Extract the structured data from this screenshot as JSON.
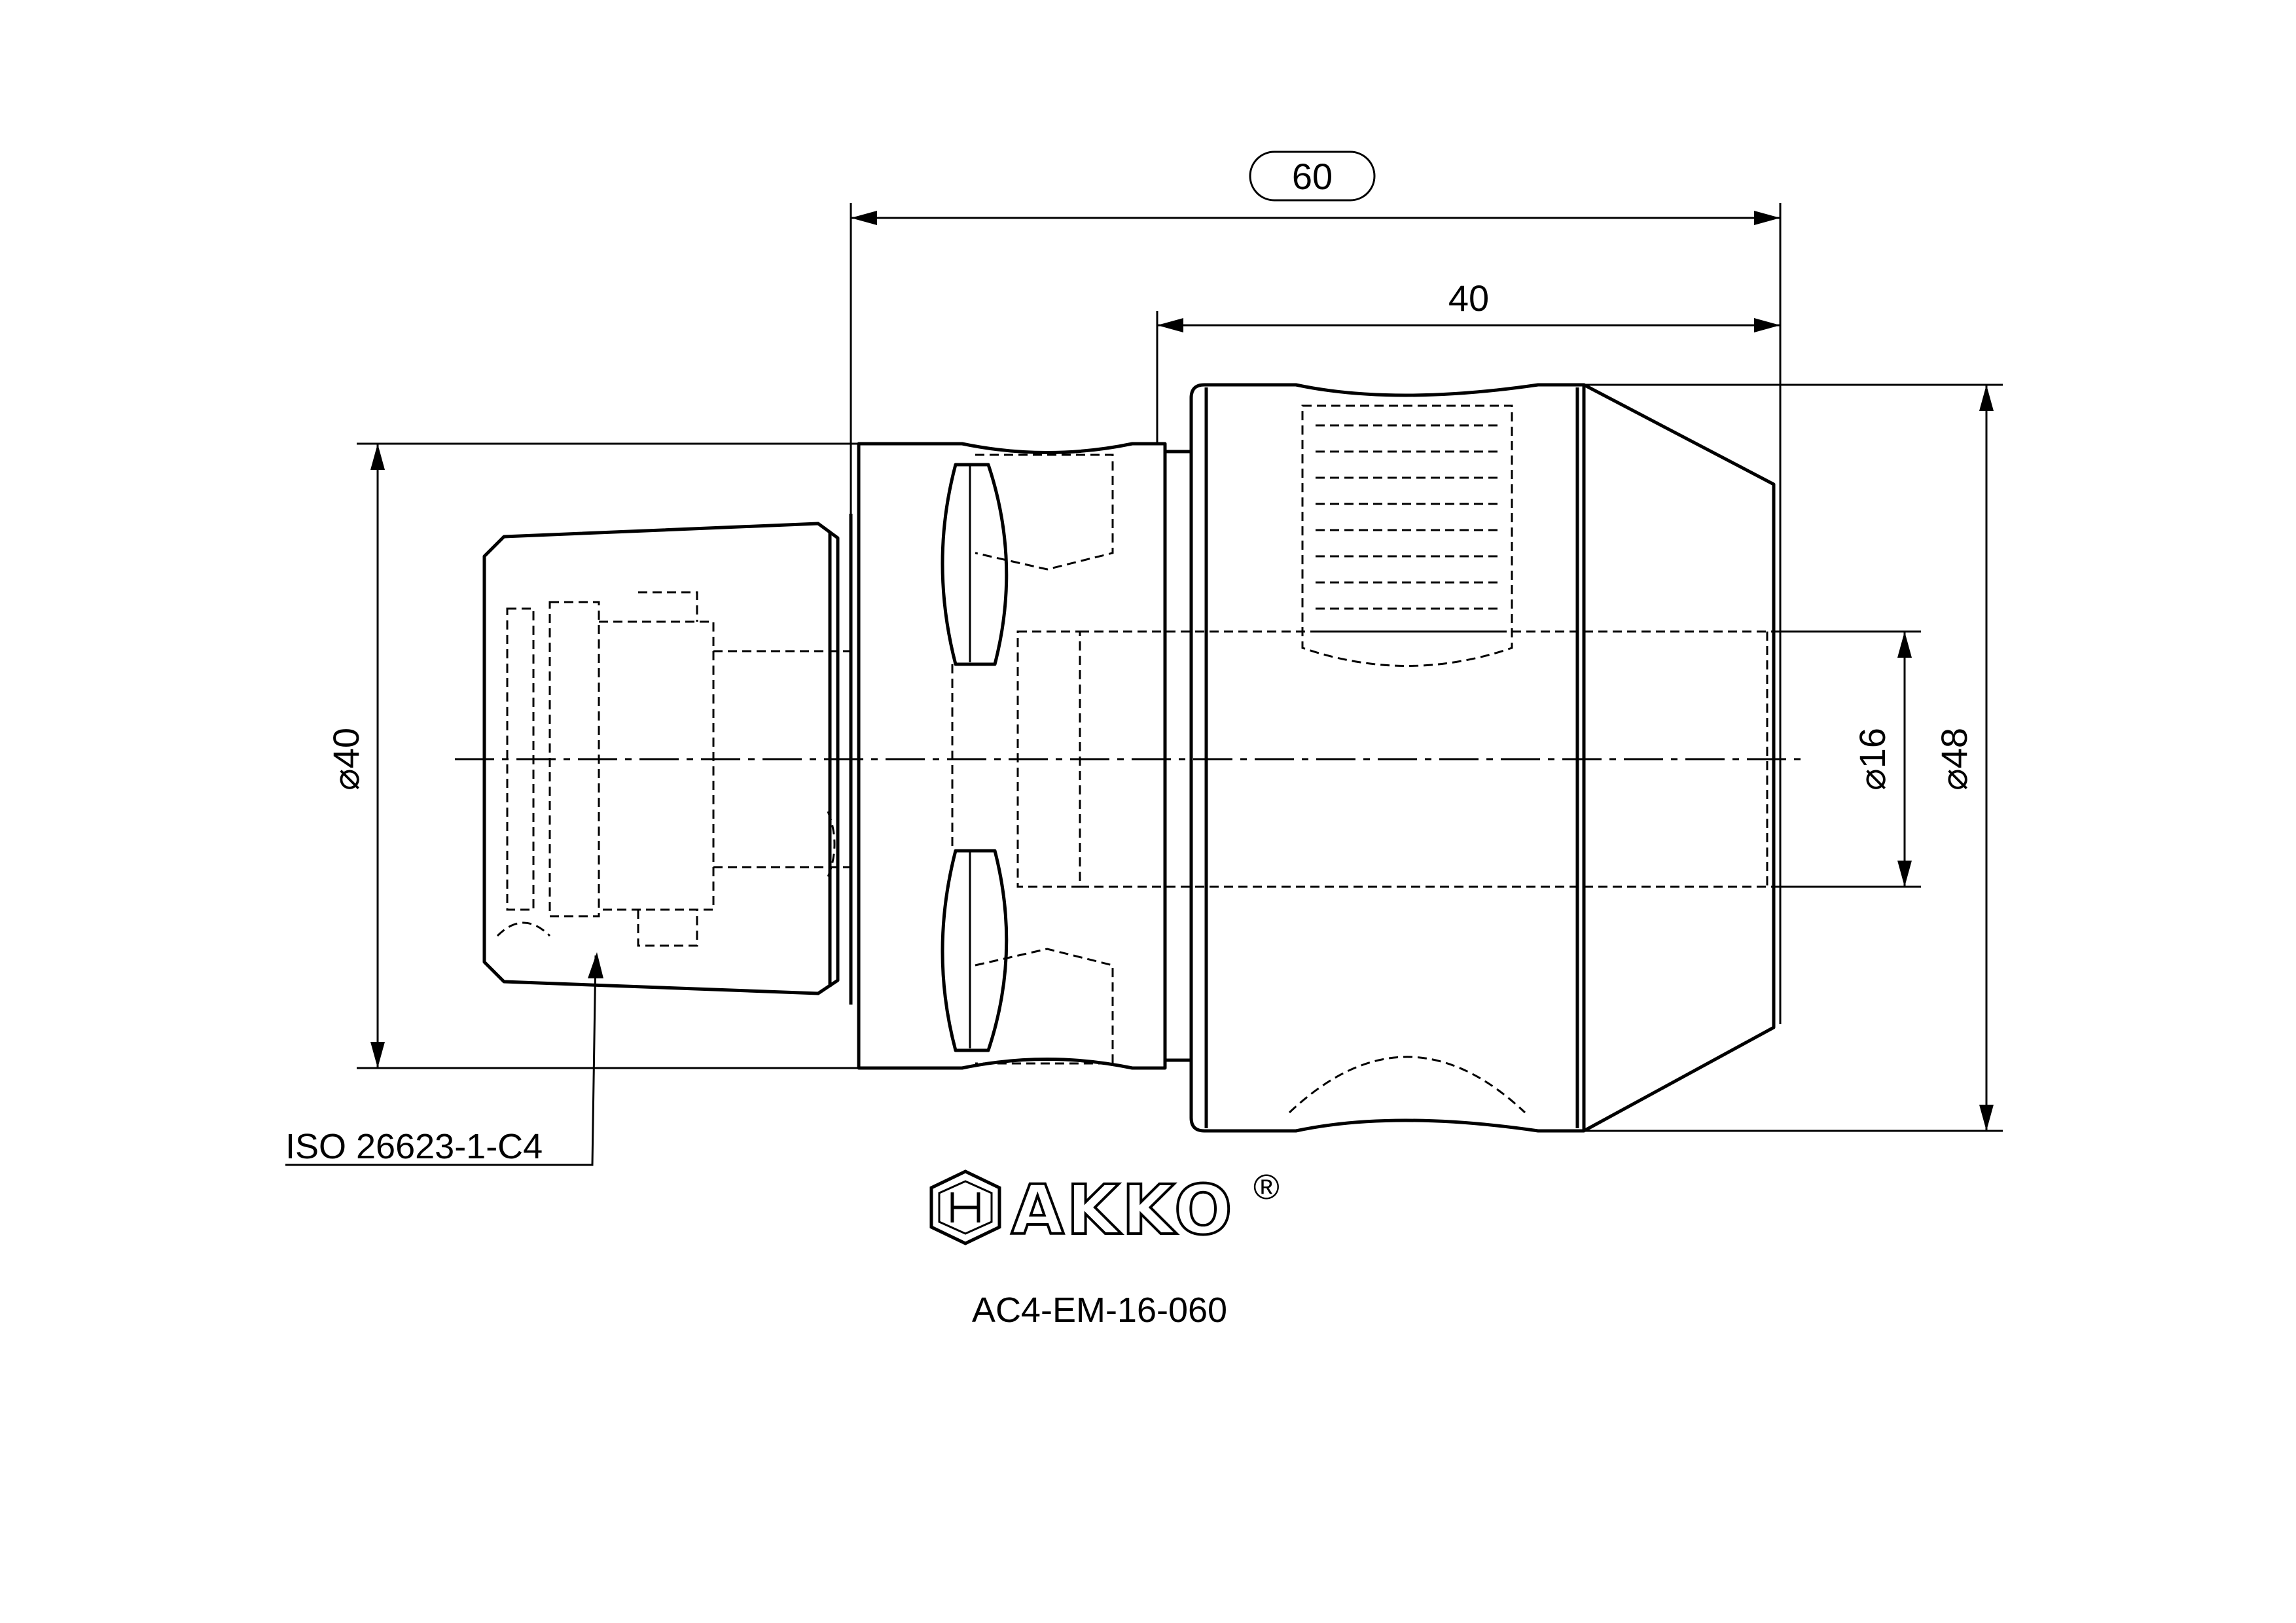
{
  "dimensions": {
    "overall_length": "60",
    "head_length": "40",
    "shank_diameter": "40",
    "bore_diameter": "16",
    "head_diameter": "48",
    "diameter_symbol": "⌀"
  },
  "callout": {
    "interface_standard": "ISO 26623-1-C4"
  },
  "brand": {
    "name": "AKKO",
    "registered_mark": "®"
  },
  "part": {
    "number": "AC4-EM-16-060"
  }
}
